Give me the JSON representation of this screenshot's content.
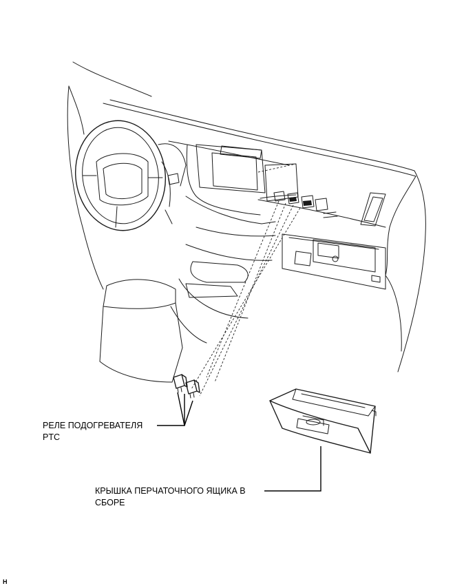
{
  "labels": {
    "relay_line1": "РЕЛЕ ПОДОГРЕВАТЕЛЯ",
    "relay_line2": "PTC",
    "glovebox_line1": "КРЫШКА ПЕРЧАТОЧНОГО ЯЩИКА В",
    "glovebox_line2": "СБОРЕ"
  },
  "corner_code": "H",
  "components": [
    "dashboard-outline",
    "steering-wheel",
    "center-console",
    "ptc-heater-relays",
    "glove-compartment-door"
  ]
}
